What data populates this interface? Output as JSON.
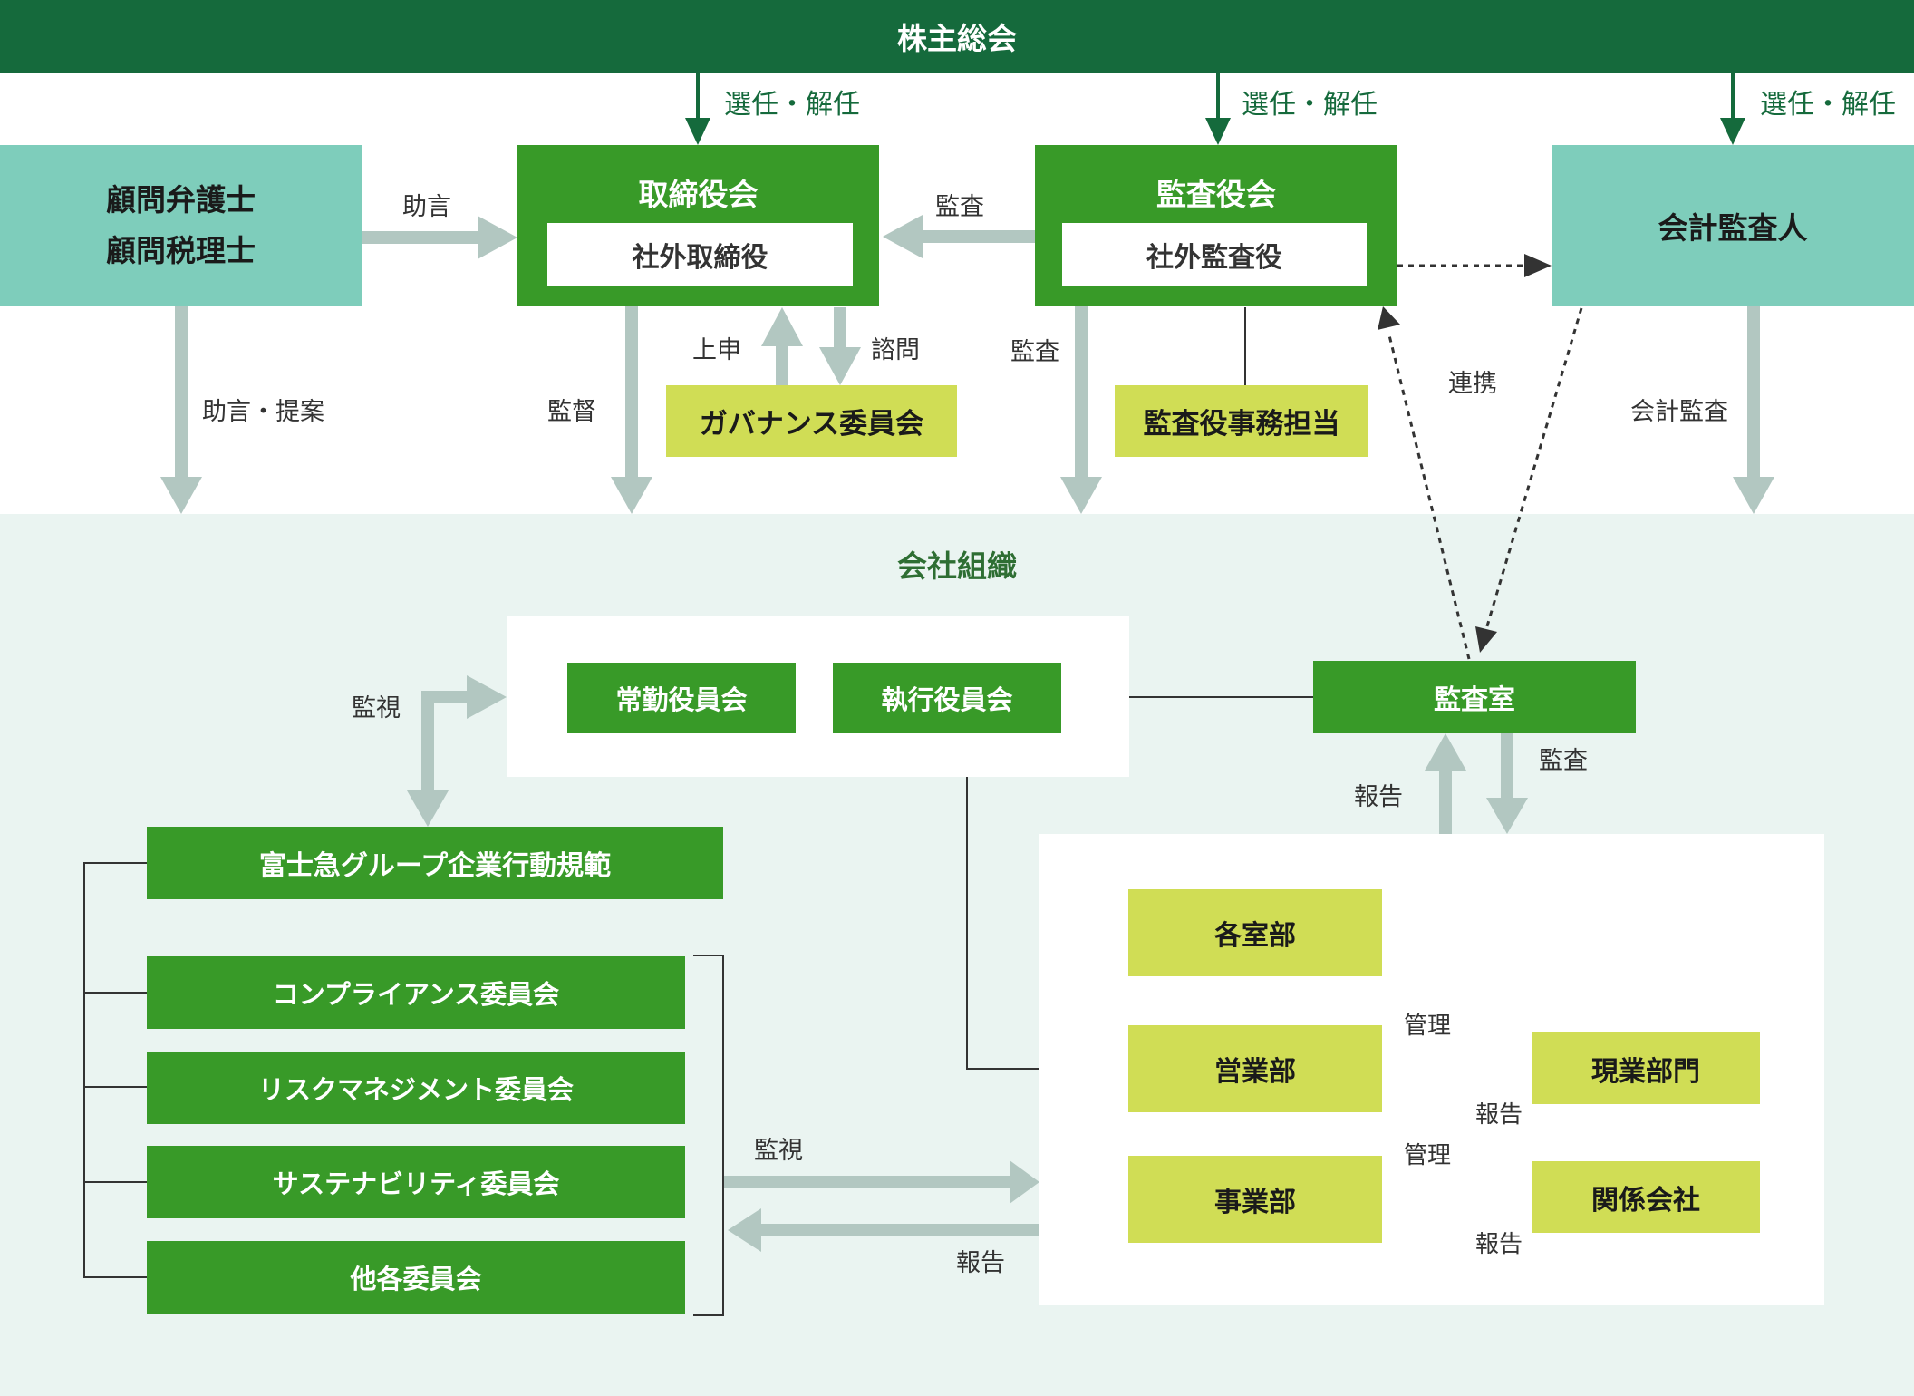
{
  "top_bar": "株主総会",
  "labels": {
    "elect_dismiss": "選任・解任",
    "advice": "助言",
    "advice_proposal": "助言・提案",
    "audit": "監査",
    "supervise": "監督",
    "report_up": "上申",
    "consult": "諮問",
    "cooperation": "連携",
    "accounting_audit": "会計監査",
    "monitor": "監視",
    "report": "報告",
    "manage": "管理"
  },
  "boxes": {
    "legal": [
      "顧問弁護士",
      "顧問税理士"
    ],
    "board_directors": "取締役会",
    "outside_directors": "社外取締役",
    "board_auditors": "監査役会",
    "outside_auditors": "社外監査役",
    "accounting_auditor": "会計監査人",
    "governance_committee": "ガバナンス委員会",
    "auditor_office": "監査役事務担当",
    "company_org": "会社組織",
    "standing_officers": "常勤役員会",
    "executive_officers": "執行役員会",
    "audit_office": "監査室",
    "code_of_conduct": "富士急グループ企業行動規範",
    "compliance": "コンプライアンス委員会",
    "risk": "リスクマネジメント委員会",
    "sustainability": "サステナビリティ委員会",
    "other_committees": "他各委員会",
    "departments": "各室部",
    "sales_dept": "営業部",
    "business_dept": "事業部",
    "field_depts": "現業部門",
    "affiliates": "関係会社"
  },
  "colors": {
    "dark_green": "#156a3c",
    "green": "#389a28",
    "teal": "#7ecdbb",
    "lime": "#d0dd55",
    "arrow_gray": "#b2c7c1",
    "area_bg": "#eaf4f1"
  }
}
